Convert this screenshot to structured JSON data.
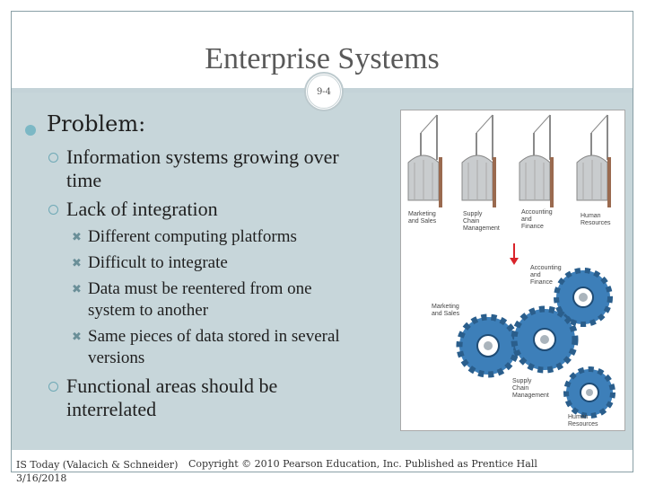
{
  "slide": {
    "title": "Enterprise Systems",
    "number": "9-4"
  },
  "bullets": {
    "l1": "Problem:",
    "l2a_line1": "Information systems growing over",
    "l2a_line2": "time",
    "l2b": "Lack of integration",
    "l3": [
      {
        "line1": "Different computing platforms",
        "line2": ""
      },
      {
        "line1": "Difficult to integrate",
        "line2": ""
      },
      {
        "line1": "Data must be reentered from one",
        "line2": "system to another"
      },
      {
        "line1": "Same pieces of data stored in several",
        "line2": "versions"
      }
    ],
    "l2c_line1": "Functional areas should be",
    "l2c_line2": "interrelated"
  },
  "figure": {
    "silo_labels": [
      {
        "l1": "Marketing",
        "l2": "and Sales",
        "l3": ""
      },
      {
        "l1": "Supply",
        "l2": "Chain",
        "l3": "Management"
      },
      {
        "l1": "Accounting",
        "l2": "and",
        "l3": "Finance"
      },
      {
        "l1": "Human",
        "l2": "Resources",
        "l3": ""
      }
    ],
    "gear_labels": [
      {
        "l1": "Accounting",
        "l2": "and",
        "l3": "Finance"
      },
      {
        "l1": "Marketing",
        "l2": "and Sales",
        "l3": ""
      },
      {
        "l1": "Supply",
        "l2": "Chain",
        "l3": "Management"
      },
      {
        "l1": "Human",
        "l2": "Resources",
        "l3": ""
      }
    ],
    "colors": {
      "silo": "#c9ccce",
      "gear": "#3d7fb9",
      "arrow": "#d9232a"
    }
  },
  "footer": {
    "source_line1": "IS Today (Valacich & Schneider)",
    "source_line2": "3/16/2018",
    "copyright": "Copyright © 2010 Pearson Education, Inc. Published as Prentice Hall"
  }
}
